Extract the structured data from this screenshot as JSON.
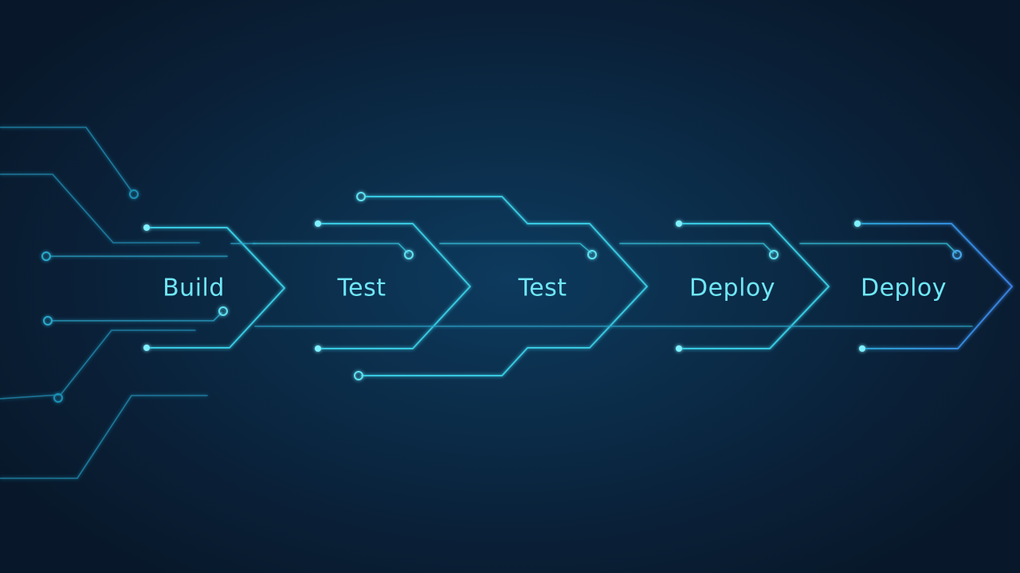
{
  "pipeline": {
    "stages": [
      {
        "label": "Build"
      },
      {
        "label": "Test"
      },
      {
        "label": "Test"
      },
      {
        "label": "Deploy"
      },
      {
        "label": "Deploy"
      }
    ]
  },
  "colors": {
    "background": "#0b2c48",
    "accent": "#38c8e0",
    "accent_dim": "#1f8fb4",
    "glow": "#7ff0ff",
    "tail": "#3a7fe0",
    "label": "#6fe6f5"
  }
}
